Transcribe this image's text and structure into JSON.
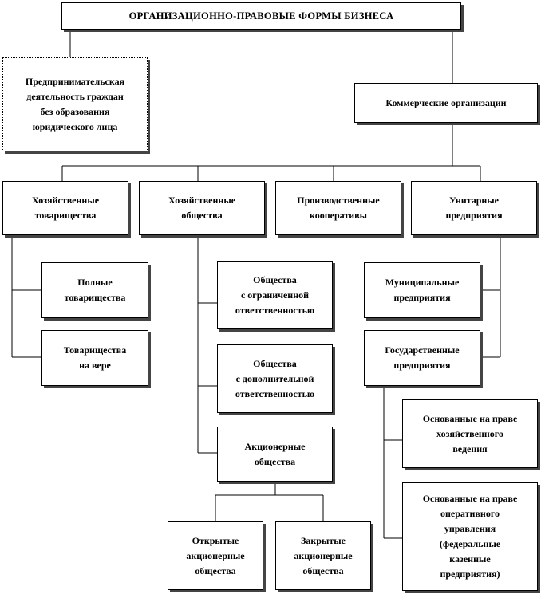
{
  "title": "ОРГАНИЗАЦИОННО-ПРАВОВЫЕ   ФОРМЫ  БИЗНЕСА",
  "entrepreneurial": "Предпринимательская\nдеятельность граждан\nбез образования\nюридического лица",
  "commercial": "Коммерческие организации",
  "categories": {
    "partnerships": "Хозяйственные\nтоварищества",
    "societies": "Хозяйственные\nобщества",
    "cooperatives": "Производственные\nкооперативы",
    "unitary": "Унитарные\nпредприятия"
  },
  "partnerships": {
    "full": "Полные\nтоварищества",
    "limited": "Товарищества\nна вере"
  },
  "societies": {
    "llc": "Общества\nс ограниченной\nответственностью",
    "alc": "Общества\nс дополнительной\nответственностью",
    "jsc": "Акционерные\nобщества"
  },
  "jsc": {
    "open": "Открытые\nакционерные\nобщества",
    "closed": "Закрытые\nакционерные\nобщества"
  },
  "unitary": {
    "municipal": "Муниципальные\nпредприятия",
    "state": "Государственные\nпредприятия"
  },
  "state": {
    "economic": "Основанные на праве\nхозяйственного\nведения",
    "operative": "Основанные на праве\nоперативного\nуправления\n(федеральные\nказенные\nпредприятия)"
  }
}
